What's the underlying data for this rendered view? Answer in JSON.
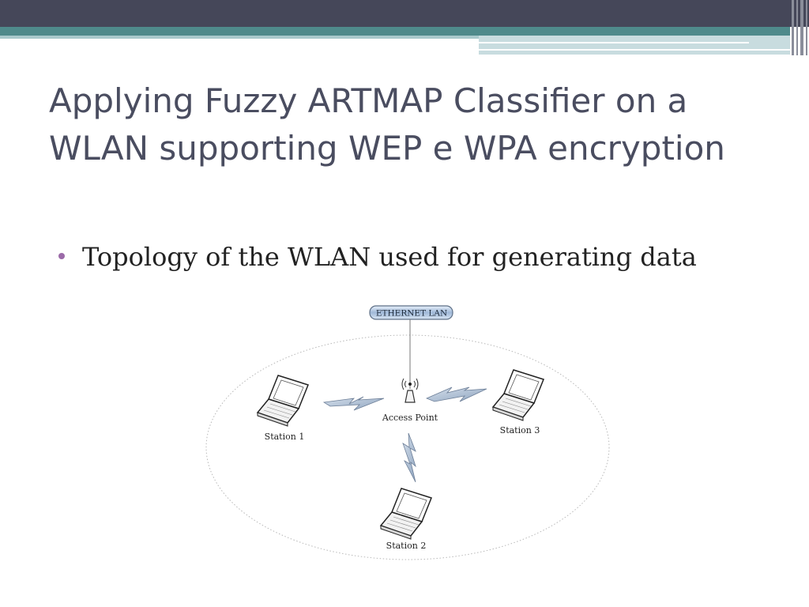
{
  "slide": {
    "title": "Applying Fuzzy ARTMAP Classifier on a WLAN supporting WEP e WPA encryption",
    "bullets": [
      "Topology of the WLAN used for generating data"
    ]
  },
  "diagram": {
    "lan_label": "ETHERNET LAN",
    "access_point_label": "Access Point",
    "station_1_label": "Station 1",
    "station_2_label": "Station 2",
    "station_3_label": "Station 3",
    "icons": [
      "laptop-icon",
      "access-point-antenna-icon",
      "wireless-link-bolt-icon",
      "ethernet-bus-icon"
    ]
  },
  "theme": {
    "header_bar": "#454759",
    "accent_band": "#4f8a8b",
    "title_color": "#4a4d60",
    "bullet_color": "#9b6aa8"
  }
}
